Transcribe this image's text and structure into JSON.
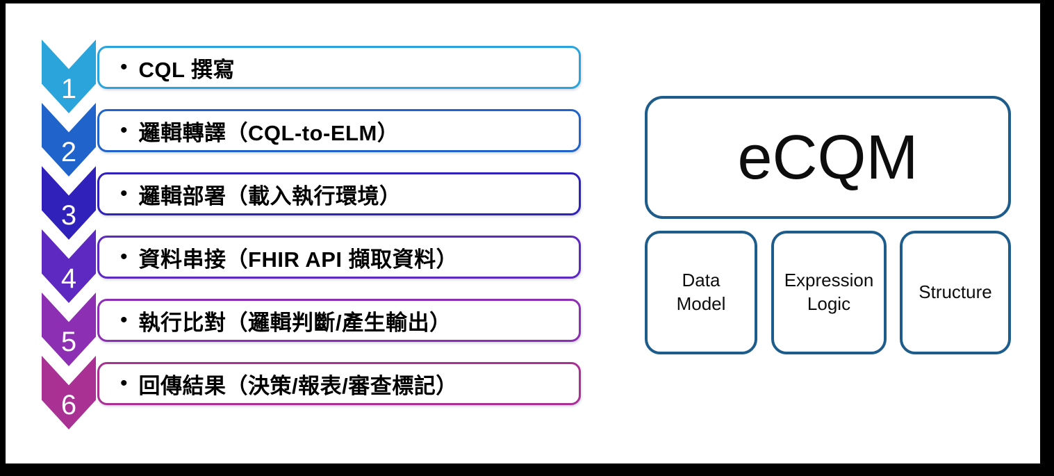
{
  "slide": {
    "background_color": "#ffffff",
    "frame_color": "#000000"
  },
  "bullet_char": "•",
  "process_steps": [
    {
      "number": "1",
      "label": "CQL 撰寫",
      "color": "#2aa4db"
    },
    {
      "number": "2",
      "label": "邏輯轉譯（CQL-to-ELM）",
      "color": "#1f63cb"
    },
    {
      "number": "3",
      "label": "邏輯部署（載入執行環境）",
      "color": "#3121bb"
    },
    {
      "number": "4",
      "label": "資料串接（FHIR API 擷取資料）",
      "color": "#5d29c0"
    },
    {
      "number": "5",
      "label": "執行比對（邏輯判斷/產生輸出）",
      "color": "#8c2fb2"
    },
    {
      "number": "6",
      "label": "回傳結果（決策/報表/審查標記）",
      "color": "#a93193"
    }
  ],
  "ecqm": {
    "title": "eCQM",
    "border_color": "#1e5c8b",
    "components": [
      "Data Model",
      "Expression Logic",
      "Structure"
    ]
  }
}
